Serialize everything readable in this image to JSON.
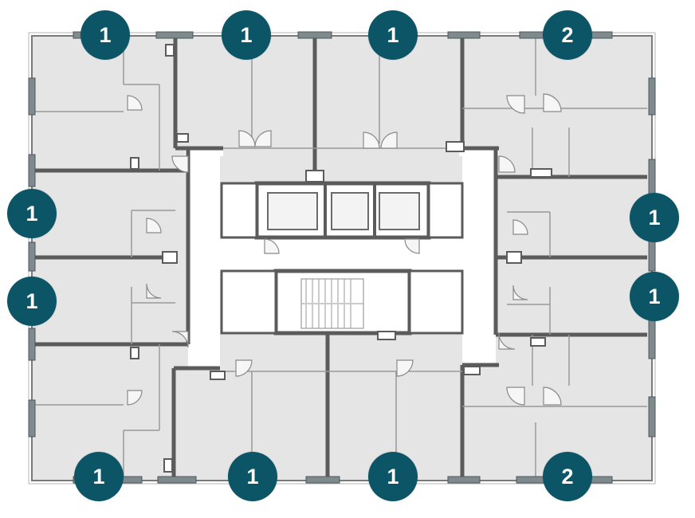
{
  "floor_plan": {
    "colors": {
      "background": "#ffffff",
      "room_fill": "#e5e5e5",
      "wall": "#5b5b5b",
      "thin_line": "#9a9a9a",
      "badge": "#0b5566",
      "badge_text": "#ffffff"
    },
    "apartment_badges": [
      {
        "id": "a1",
        "rooms": "1"
      },
      {
        "id": "a2",
        "rooms": "1"
      },
      {
        "id": "a3",
        "rooms": "1"
      },
      {
        "id": "a4",
        "rooms": "2"
      },
      {
        "id": "a5",
        "rooms": "1"
      },
      {
        "id": "a6",
        "rooms": "1"
      },
      {
        "id": "a7",
        "rooms": "1"
      },
      {
        "id": "a8",
        "rooms": "1"
      },
      {
        "id": "a9",
        "rooms": "1"
      },
      {
        "id": "a10",
        "rooms": "1"
      },
      {
        "id": "a11",
        "rooms": "1"
      },
      {
        "id": "a12",
        "rooms": "2"
      }
    ]
  }
}
